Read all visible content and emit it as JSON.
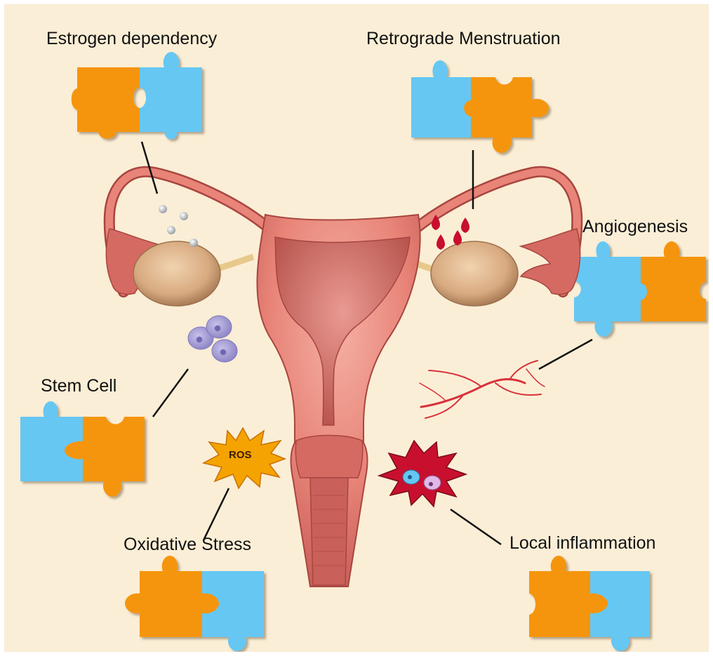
{
  "labels": {
    "estrogen": "Estrogen dependency",
    "retrograde": "Retrograde Menstruation",
    "angiogenesis": "Angiogenesis",
    "stem_cell": "Stem Cell",
    "oxidative": "Oxidative Stress",
    "inflammation": "Local inflammation",
    "ros_badge": "ROS"
  },
  "colors": {
    "background": "#fbeed6",
    "puzzle_orange": "#f5950f",
    "puzzle_blue": "#66c7f3",
    "uterus": "#e98a82",
    "ovary": "#dcb08a",
    "blood": "#c8102e"
  }
}
